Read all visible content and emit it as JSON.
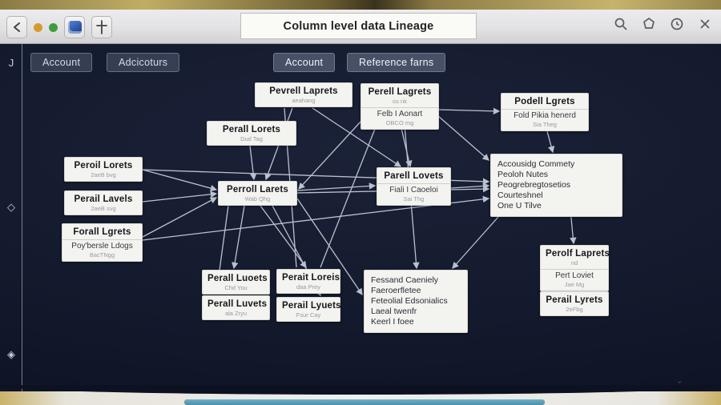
{
  "titlebar": {
    "title": "Column level data Lineage",
    "back_label": "‹"
  },
  "toolbar": {
    "buttons": [
      {
        "label": "Account"
      },
      {
        "label": "Adcicoturs"
      },
      {
        "label": "Account"
      },
      {
        "label": "Reference farns"
      }
    ]
  },
  "sidebar": {
    "items": [
      {
        "name": "note-tool",
        "glyph": "J"
      },
      {
        "name": "shape-tool",
        "glyph": "◇"
      },
      {
        "name": "draw-tool",
        "glyph": "◈"
      }
    ]
  },
  "nodes": {
    "n1": {
      "title": "Pevrell Laprets",
      "tiny": "aeahang"
    },
    "n2": {
      "title": "Perell Lagrets",
      "tiny": "os nk",
      "sub": "Felb I Aonart",
      "tiny2": "OBCO mg"
    },
    "n3": {
      "title": "Podell Lgrets",
      "sub": "Fold Pikia henerd",
      "tiny2": "Sia Theg"
    },
    "n4": {
      "title": "Perall Lorets",
      "tiny": "Dud Tag"
    },
    "n5": {
      "title": "Peroil Lorets",
      "tiny": "2aeB bvg"
    },
    "n6": {
      "title": "Perail Lavels",
      "tiny": "2aeB svg"
    },
    "n7": {
      "title": "Forall Lgrets",
      "sub": "Poy'bersle Ldogs",
      "tiny2": "BacTNgg"
    },
    "n8": {
      "title": "Perroll Larets",
      "tiny": "Wab Qhg"
    },
    "n9": {
      "title": "Parell Lovets",
      "sub": "Fiali I Caoeloi",
      "tiny2": "Sai Thg"
    },
    "n10": {
      "rows": [
        "Accousidg Commety",
        "Peoloh Nutes",
        "Peogrebregtosetios",
        "Courteshnel",
        "One U Tilve"
      ]
    },
    "n11": {
      "title": "Perall Luoets",
      "tiny": "Chd You"
    },
    "n12": {
      "title": "Perait Loreis",
      "tiny": "daa Prey"
    },
    "n13": {
      "title": "Perall Luvets",
      "tiny": "ala Zryu"
    },
    "n14": {
      "title": "Perail Lyuets",
      "tiny": "Fsur Cay"
    },
    "n15": {
      "rows": [
        "Fessand Caeniely",
        "Faeroerfletee",
        "Feteolial Edsonialics",
        "Laeal twenfr",
        "Keerl I foee"
      ]
    },
    "n16": {
      "title": "Perolf Laprets",
      "tiny": "nd",
      "sub": "Pert Loviet",
      "tiny2": "Jae Mg"
    },
    "n17": {
      "title": "Perail Lyrets",
      "tiny": "2eFbg"
    }
  },
  "colors": {
    "canvas": "#141a2d",
    "node_bg": "#f3f3f0",
    "edge": "#dfe6f0",
    "accent_teal": "#2e7fa0",
    "dot_orange": "#d79a2b",
    "dot_green": "#3f9c3f",
    "app_blue": "#2e57a8"
  },
  "watermark": "৺"
}
